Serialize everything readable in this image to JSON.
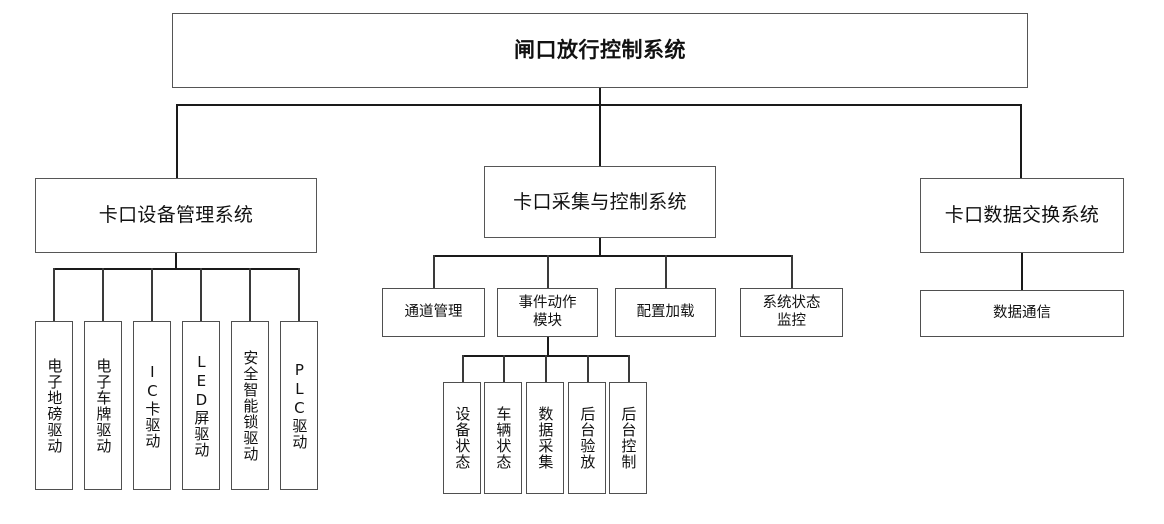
{
  "diagram": {
    "title": "闸口放行控制系统",
    "type": "organization-tree",
    "orientation": "top-down",
    "levels": 4,
    "root": {
      "label": "闸口放行控制系统"
    },
    "branches": [
      {
        "id": "device-management",
        "label": "卡口设备管理系统",
        "children": [
          {
            "id": "weighbridge-driver",
            "label": "电子地磅驱动",
            "vertical": true
          },
          {
            "id": "eplate-driver",
            "label": "电子车牌驱动",
            "vertical": true
          },
          {
            "id": "ic-card-driver",
            "label": "IC卡驱动",
            "vertical": true
          },
          {
            "id": "led-screen-driver",
            "label": "LED屏驱动",
            "vertical": true
          },
          {
            "id": "smart-lock-driver",
            "label": "安全智能锁驱动",
            "vertical": true
          },
          {
            "id": "plc-driver",
            "label": "PLC驱动",
            "vertical": true
          }
        ]
      },
      {
        "id": "acquisition-control",
        "label": "卡口采集与控制系统",
        "children": [
          {
            "id": "channel-management",
            "label": "通道管理"
          },
          {
            "id": "event-action-module",
            "label": "事件动作\n模块",
            "label_lines": [
              "事件动作",
              "模块"
            ],
            "children": [
              {
                "id": "device-status",
                "label": "设备状态",
                "vertical": true
              },
              {
                "id": "vehicle-status",
                "label": "车辆状态",
                "vertical": true
              },
              {
                "id": "data-collection",
                "label": "数据采集",
                "vertical": true
              },
              {
                "id": "backend-release",
                "label": "后台验放",
                "vertical": true
              },
              {
                "id": "backend-control",
                "label": "后台控制",
                "vertical": true
              }
            ]
          },
          {
            "id": "config-loading",
            "label": "配置加载"
          },
          {
            "id": "system-status-monitor",
            "label": "系统状态\n监控",
            "label_lines": [
              "系统状态",
              "监控"
            ]
          }
        ]
      },
      {
        "id": "data-exchange",
        "label": "卡口数据交换系统",
        "children": [
          {
            "id": "data-communication",
            "label": "数据通信"
          }
        ]
      }
    ]
  },
  "colors": {
    "box_border": "#4a4a4a",
    "line": "#1a1a1a",
    "background": "#ffffff",
    "text": "#111111"
  }
}
